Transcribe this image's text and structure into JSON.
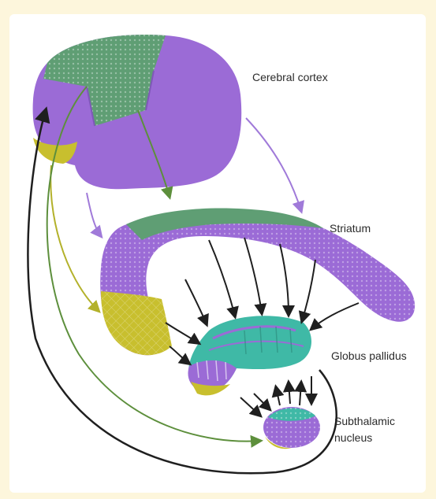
{
  "labels": {
    "cortex": "Cerebral cortex",
    "striatum": "Striatum",
    "globus_pallidus": "Globus pallidus",
    "subthalamic_line1": "Subthalamic",
    "subthalamic_line2": "nucleus"
  },
  "colors": {
    "background": "#fdf6dc",
    "panel": "#ffffff",
    "purple": "#9b6bd6",
    "green": "#5f9e74",
    "olive": "#c8bf2e",
    "teal": "#3fb9a6",
    "arrow_dark": "#1f1f1f",
    "arrow_olive": "#c0c23a",
    "arrow_green": "#6a9a45",
    "arrow_purple": "#a07ad9"
  }
}
